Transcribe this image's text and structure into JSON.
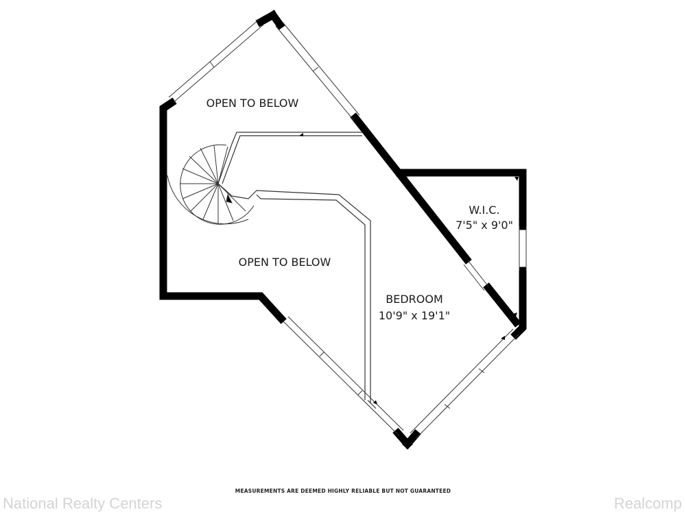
{
  "rooms": {
    "open_top": {
      "name": "OPEN TO BELOW"
    },
    "open_bottom": {
      "name": "OPEN TO BELOW"
    },
    "wic": {
      "name": "W.I.C.",
      "dims": "7'5\" x 9'0\""
    },
    "bedroom": {
      "name": "BEDROOM",
      "dims": "10'9\" x 19'1\""
    }
  },
  "footer": {
    "disclaimer": "MEASUREMENTS ARE DEEMED HIGHLY RELIABLE BUT NOT GUARANTEED",
    "watermark_left": "National Realty Centers",
    "watermark_right": "Realcomp"
  },
  "colors": {
    "wall": "#000000",
    "line": "#333333",
    "watermark": "#d4d4d4"
  }
}
